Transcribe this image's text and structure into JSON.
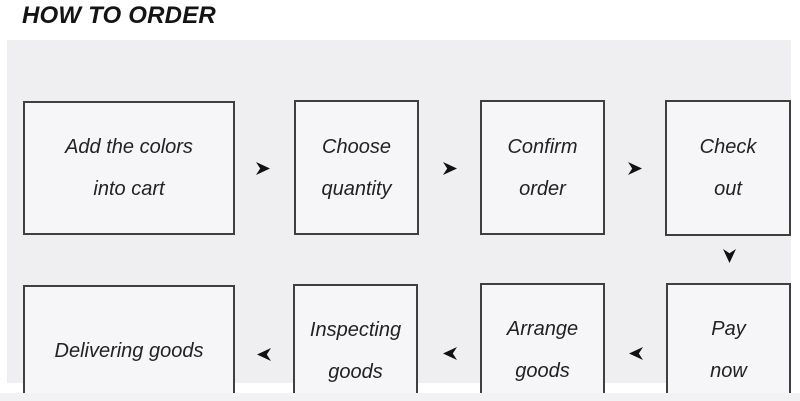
{
  "title": "HOW TO ORDER",
  "colors": {
    "page_bg": "#ffffff",
    "panel_bg": "#efeef0",
    "box_bg": "#f6f5f7",
    "box_border": "#3f3f3f",
    "text": "#222222",
    "arrow": "#111111"
  },
  "flow": {
    "steps": [
      {
        "id": "add-to-cart",
        "line1": "Add the colors",
        "line2": "into cart"
      },
      {
        "id": "choose-quantity",
        "line1": "Choose",
        "line2": "quantity"
      },
      {
        "id": "confirm-order",
        "line1": "Confirm",
        "line2": "order"
      },
      {
        "id": "check-out",
        "line1": "Check",
        "line2": "out"
      },
      {
        "id": "pay-now",
        "line1": "Pay",
        "line2": "now"
      },
      {
        "id": "arrange-goods",
        "line1": "Arrange",
        "line2": "goods"
      },
      {
        "id": "inspecting-goods",
        "line1": "Inspecting",
        "line2": "goods"
      },
      {
        "id": "delivering-goods",
        "line1": "Delivering goods"
      }
    ],
    "arrow_icons": {
      "right_count": 3,
      "down_count": 1,
      "left_count": 3
    }
  }
}
